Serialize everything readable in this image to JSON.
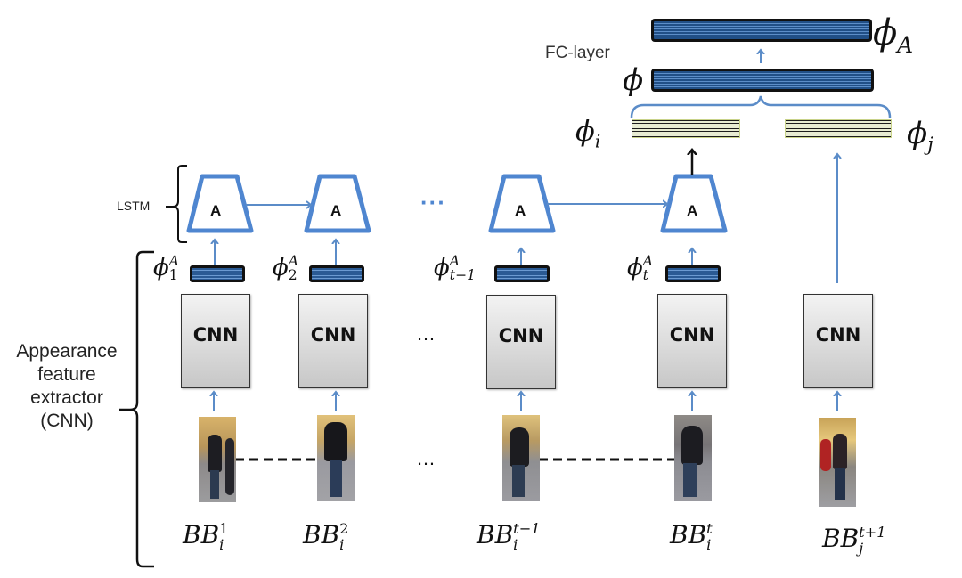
{
  "diagram": {
    "labels": {
      "lstm": "LSTM",
      "appearance_line1": "Appearance",
      "appearance_line2": "feature",
      "appearance_line3": "extractor",
      "appearance_line4": "(CNN)",
      "fc_layer": "FC-layer",
      "ellipsis": "…",
      "lstm_ellipsis": "···"
    },
    "top": {
      "phi_A": {
        "base": "ϕ",
        "sub": "A"
      },
      "phi": {
        "base": "ϕ"
      },
      "phi_i": {
        "base": "ϕ",
        "sub": "i"
      },
      "phi_j": {
        "base": "ϕ",
        "sub": "j"
      }
    },
    "lstm_cell_label": "A",
    "cnn_label": "CNN",
    "columns": [
      {
        "feature": {
          "base": "ϕ",
          "sup": "A",
          "sub": "1"
        },
        "bb": {
          "base": "BB",
          "sup": "1",
          "sub": "i"
        }
      },
      {
        "feature": {
          "base": "ϕ",
          "sup": "A",
          "sub": "2"
        },
        "bb": {
          "base": "BB",
          "sup": "2",
          "sub": "i"
        }
      },
      {
        "feature": {
          "base": "ϕ",
          "sup": "A",
          "sub": "t−1"
        },
        "bb": {
          "base": "BB",
          "sup": "t−1",
          "sub": "i"
        }
      },
      {
        "feature": {
          "base": "ϕ",
          "sup": "A",
          "sub": "t"
        },
        "bb": {
          "base": "BB",
          "sup": "t",
          "sub": "i"
        }
      },
      {
        "bb": {
          "base": "BB",
          "sup": "t+1",
          "sub": "j"
        }
      }
    ],
    "colors": {
      "lstm_blue": "#4f86d0",
      "arrow_blue": "#5b8cc8",
      "feature_blue": "#2a5a94",
      "black": "#111111"
    }
  }
}
